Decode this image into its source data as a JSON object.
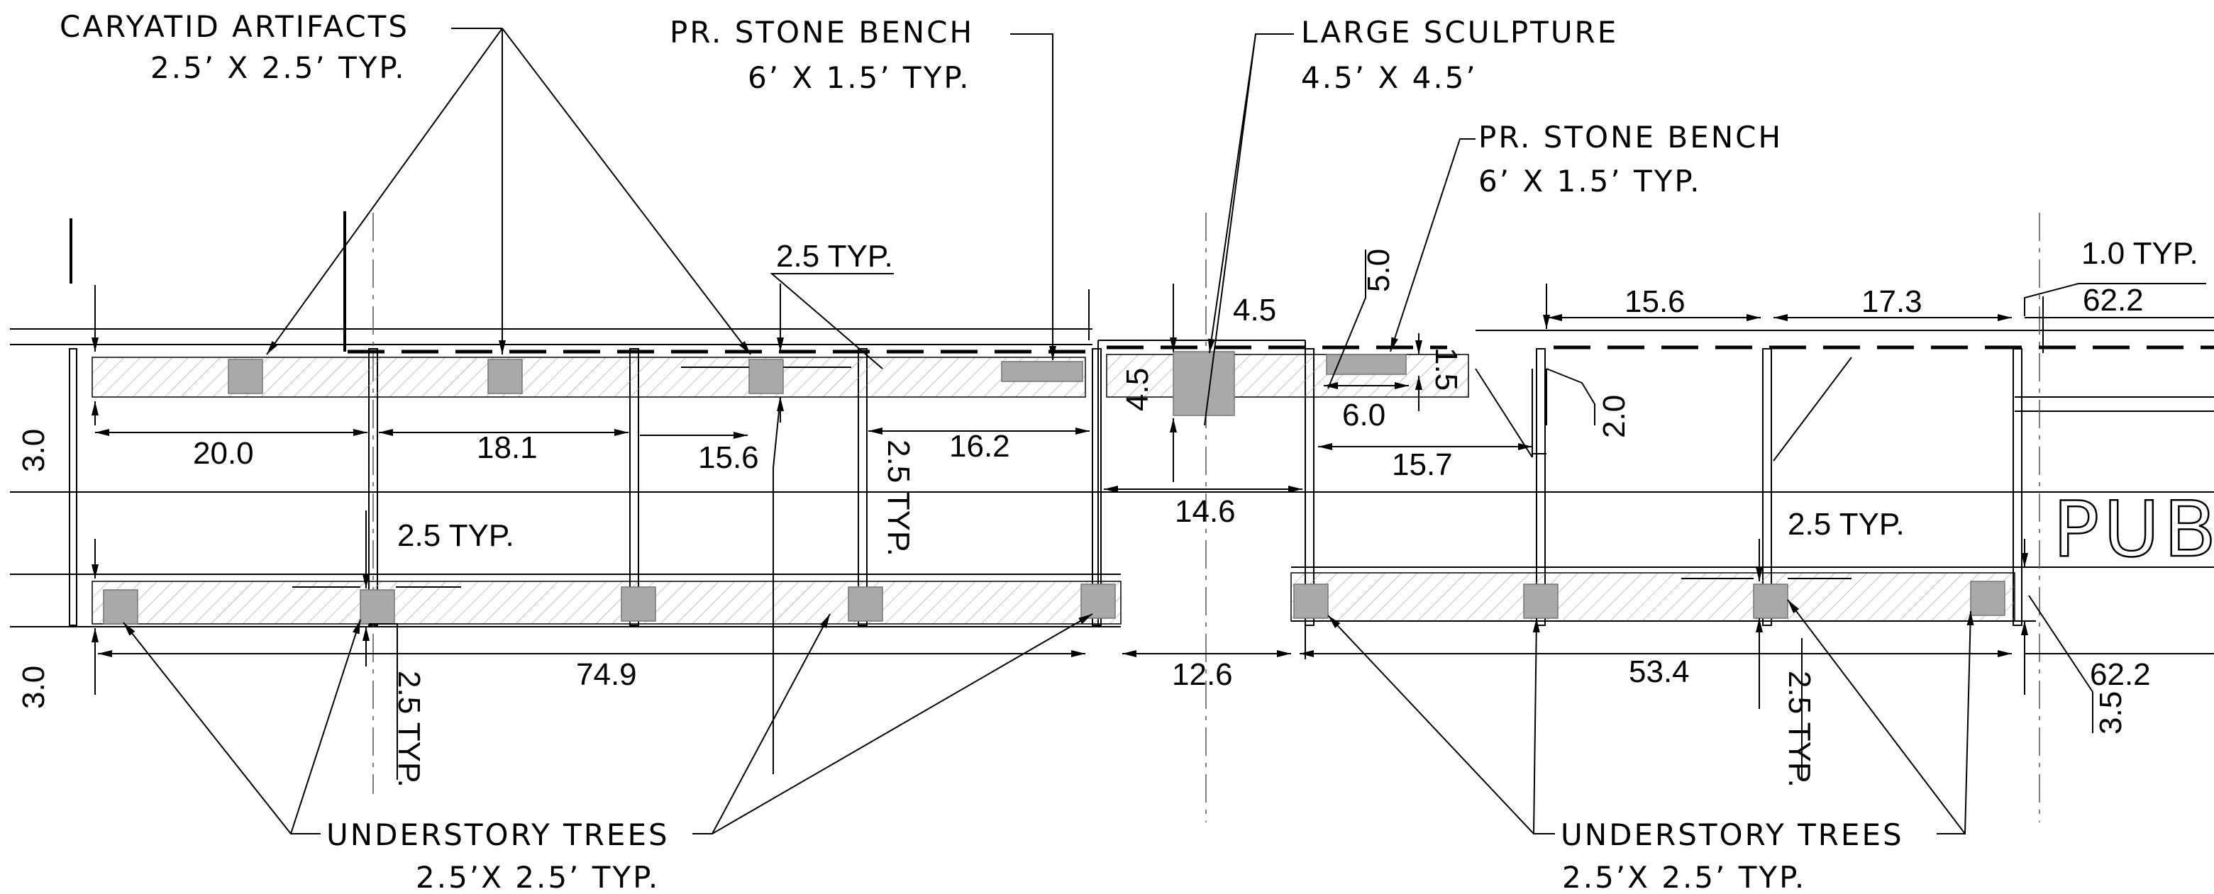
{
  "labels": {
    "caryatid_title": "CARYATID ARTIFACTS",
    "caryatid_size": "2.5’ X 2.5’ TYP.",
    "bench1_title": "PR. STONE BENCH",
    "bench1_size": "6’ X 1.5’ TYP.",
    "sculpture_title": "LARGE SCULPTURE",
    "sculpture_size": "4.5’ X 4.5’",
    "bench2_title": "PR. STONE BENCH",
    "bench2_size": "6’ X 1.5’ TYP.",
    "trees1_title": "UNDERSTORY TREES",
    "trees1_size": "2.5’X 2.5’ TYP.",
    "trees2_title": "UNDERSTORY TREES",
    "trees2_size": "2.5’X 2.5’ TYP.",
    "pub": "PUB"
  },
  "dims": {
    "d_2_5_typ_top": "2.5 TYP.",
    "d_5_0": "5.0",
    "d_4_5_top": "4.5",
    "d_15_6_top": "15.6",
    "d_17_3": "17.3",
    "d_1_0_typ": "1.0 TYP.",
    "d_62_2_top": "62.2",
    "d_3_0_left": "3.0",
    "d_20_0": "20.0",
    "d_18_1": "18.1",
    "d_15_6_mid": "15.6",
    "d_16_2": "16.2",
    "d_2_5_typ_vert": "2.5 TYP.",
    "d_4_5_side": "4.5",
    "d_6_0": "6.0",
    "d_1_5": "1.5",
    "d_15_7": "15.7",
    "d_2_0": "2.0",
    "d_14_6": "14.6",
    "d_2_5_typ_left": "2.5 TYP.",
    "d_2_5_typ_right": "2.5 TYP.",
    "d_3_0_lower": "3.0",
    "d_74_9": "74.9",
    "d_12_6": "12.6",
    "d_53_4": "53.4",
    "d_62_2_bot": "62.2",
    "d_2_5_typ_lowvert1": "2.5 TYP.",
    "d_2_5_typ_lowvert2": "2.5 TYP.",
    "d_3_5": "3.5"
  }
}
